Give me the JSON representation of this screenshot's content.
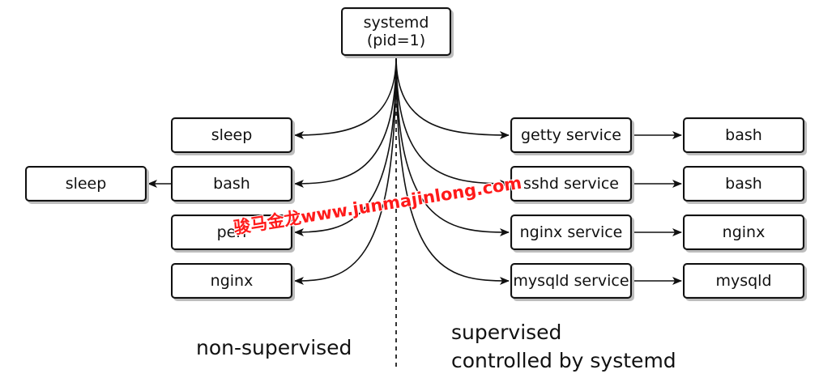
{
  "root": {
    "name": "systemd",
    "pid": "(pid=1)"
  },
  "left": {
    "items": [
      {
        "label": "sleep"
      },
      {
        "label": "bash",
        "child": "sleep"
      },
      {
        "label": "perl"
      },
      {
        "label": "nginx"
      }
    ],
    "caption": "non-supervised"
  },
  "right": {
    "items": [
      {
        "label": "getty service",
        "child": "bash"
      },
      {
        "label": "sshd service",
        "child": "bash"
      },
      {
        "label": "nginx service",
        "child": "nginx"
      },
      {
        "label": "mysqld service",
        "child": "mysqld"
      }
    ],
    "caption_line1": "supervised",
    "caption_line2": "controlled by systemd"
  },
  "watermark": "骏马金龙www.junmajinlong.com",
  "colors": {
    "stroke": "#111111",
    "watermark": "#ff1a1a"
  }
}
